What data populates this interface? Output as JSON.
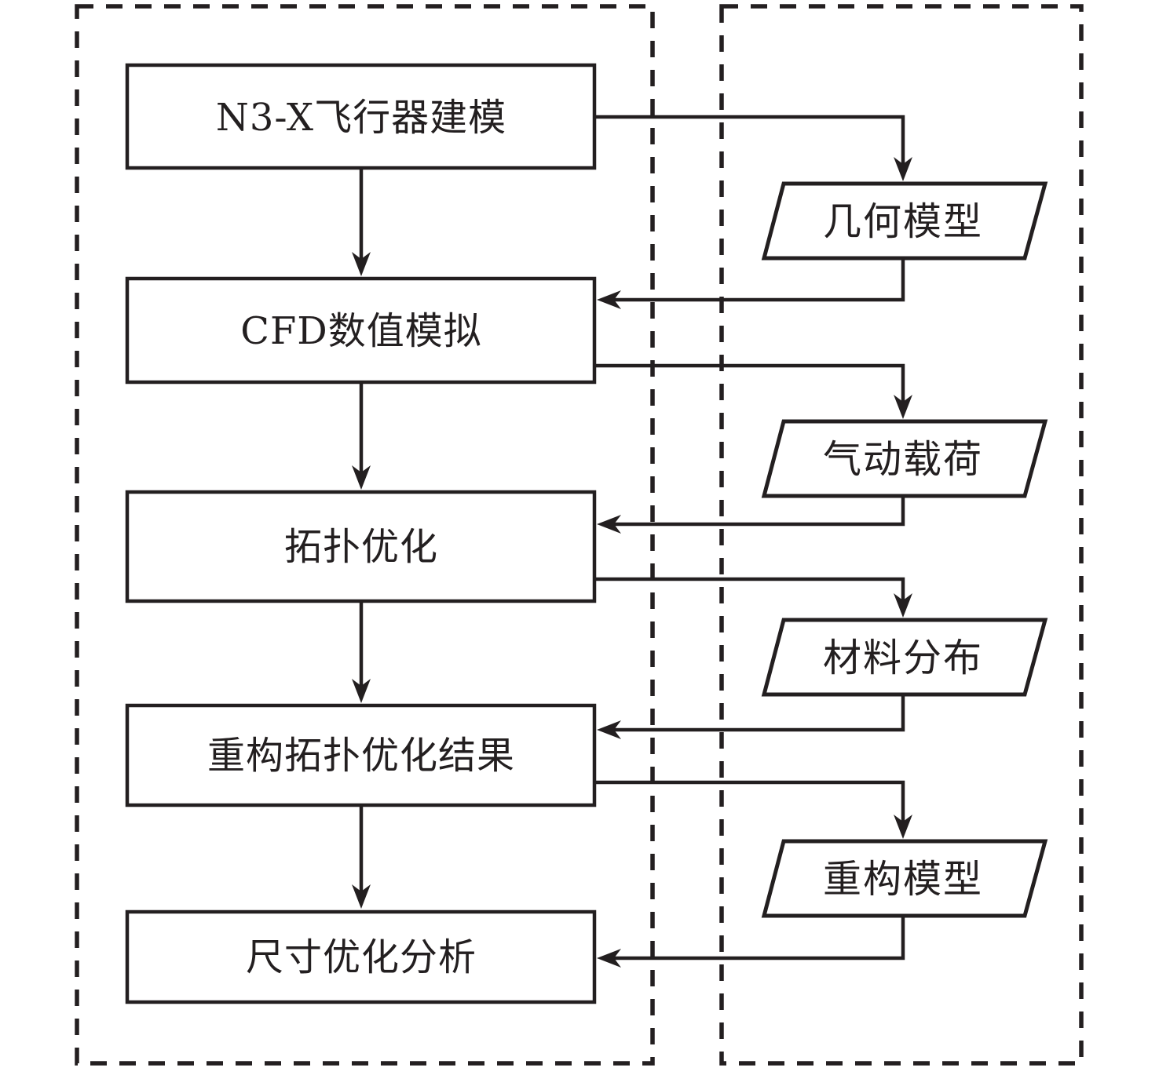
{
  "diagram": {
    "type": "flowchart",
    "colors": {
      "line": "#231f20",
      "shape_fill": "#ffffff",
      "background": "#ffffff"
    },
    "process_boxes": [
      {
        "label": "N3-X飞行器建模"
      },
      {
        "label": "CFD数值模拟"
      },
      {
        "label": "拓扑优化"
      },
      {
        "label": "重构拓扑优化结果"
      },
      {
        "label": "尺寸优化分析"
      }
    ],
    "data_items": [
      {
        "label": "几何模型"
      },
      {
        "label": "气动载荷"
      },
      {
        "label": "材料分布"
      },
      {
        "label": "重构模型"
      }
    ]
  }
}
